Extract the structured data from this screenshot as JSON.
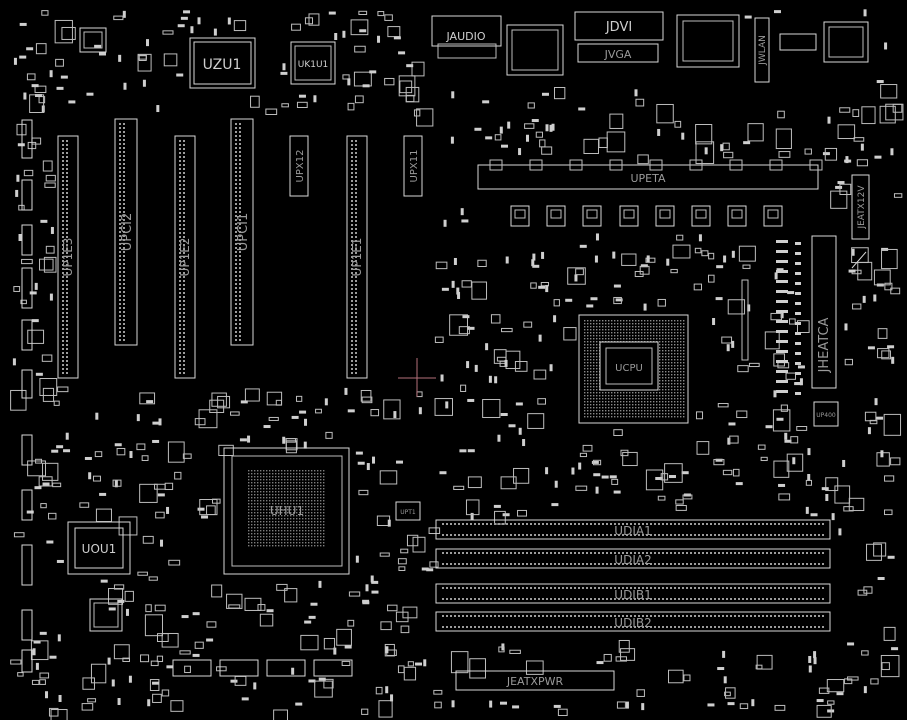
{
  "view": {
    "background": "#000000",
    "outline_color": "#d8d8d8",
    "label_color": "#cfcfcf"
  },
  "components": {
    "uzu1": "UZU1",
    "uk1u1": "UK1U1",
    "jaudio": "JAUDIO",
    "jdvi": "JDVI",
    "jvga": "JVGA",
    "jwlan": "JWLAN",
    "jeatx12v": "JEATX12V",
    "upcie3": "UP1E3",
    "upci2": "UPCI2",
    "upcie2": "UP1E2",
    "upci1": "UPCI1",
    "upx12": "UPX12",
    "upcie1": "UP1E1",
    "upx11": "UPX11",
    "uou1": "UOU1",
    "udia1": "UDIA1",
    "udia2": "UDIA2",
    "udib1": "UDIB1",
    "udib2": "UDIB2",
    "jeatxpwr": "JEATXPWR",
    "uhu1": "UHU1",
    "upt1": "UPT1",
    "upx00": "UP400",
    "upeta": "UPETA",
    "jheatca": "JHEATCA",
    "cpu": "UCPU"
  }
}
